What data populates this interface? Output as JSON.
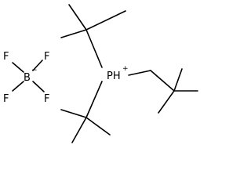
{
  "molecule": {
    "anion": {
      "center_atom": "B",
      "center_charge": "−",
      "ligands": [
        "F",
        "F",
        "F",
        "F"
      ]
    },
    "cation": {
      "center_atom": "PH",
      "center_charge": "+"
    }
  }
}
